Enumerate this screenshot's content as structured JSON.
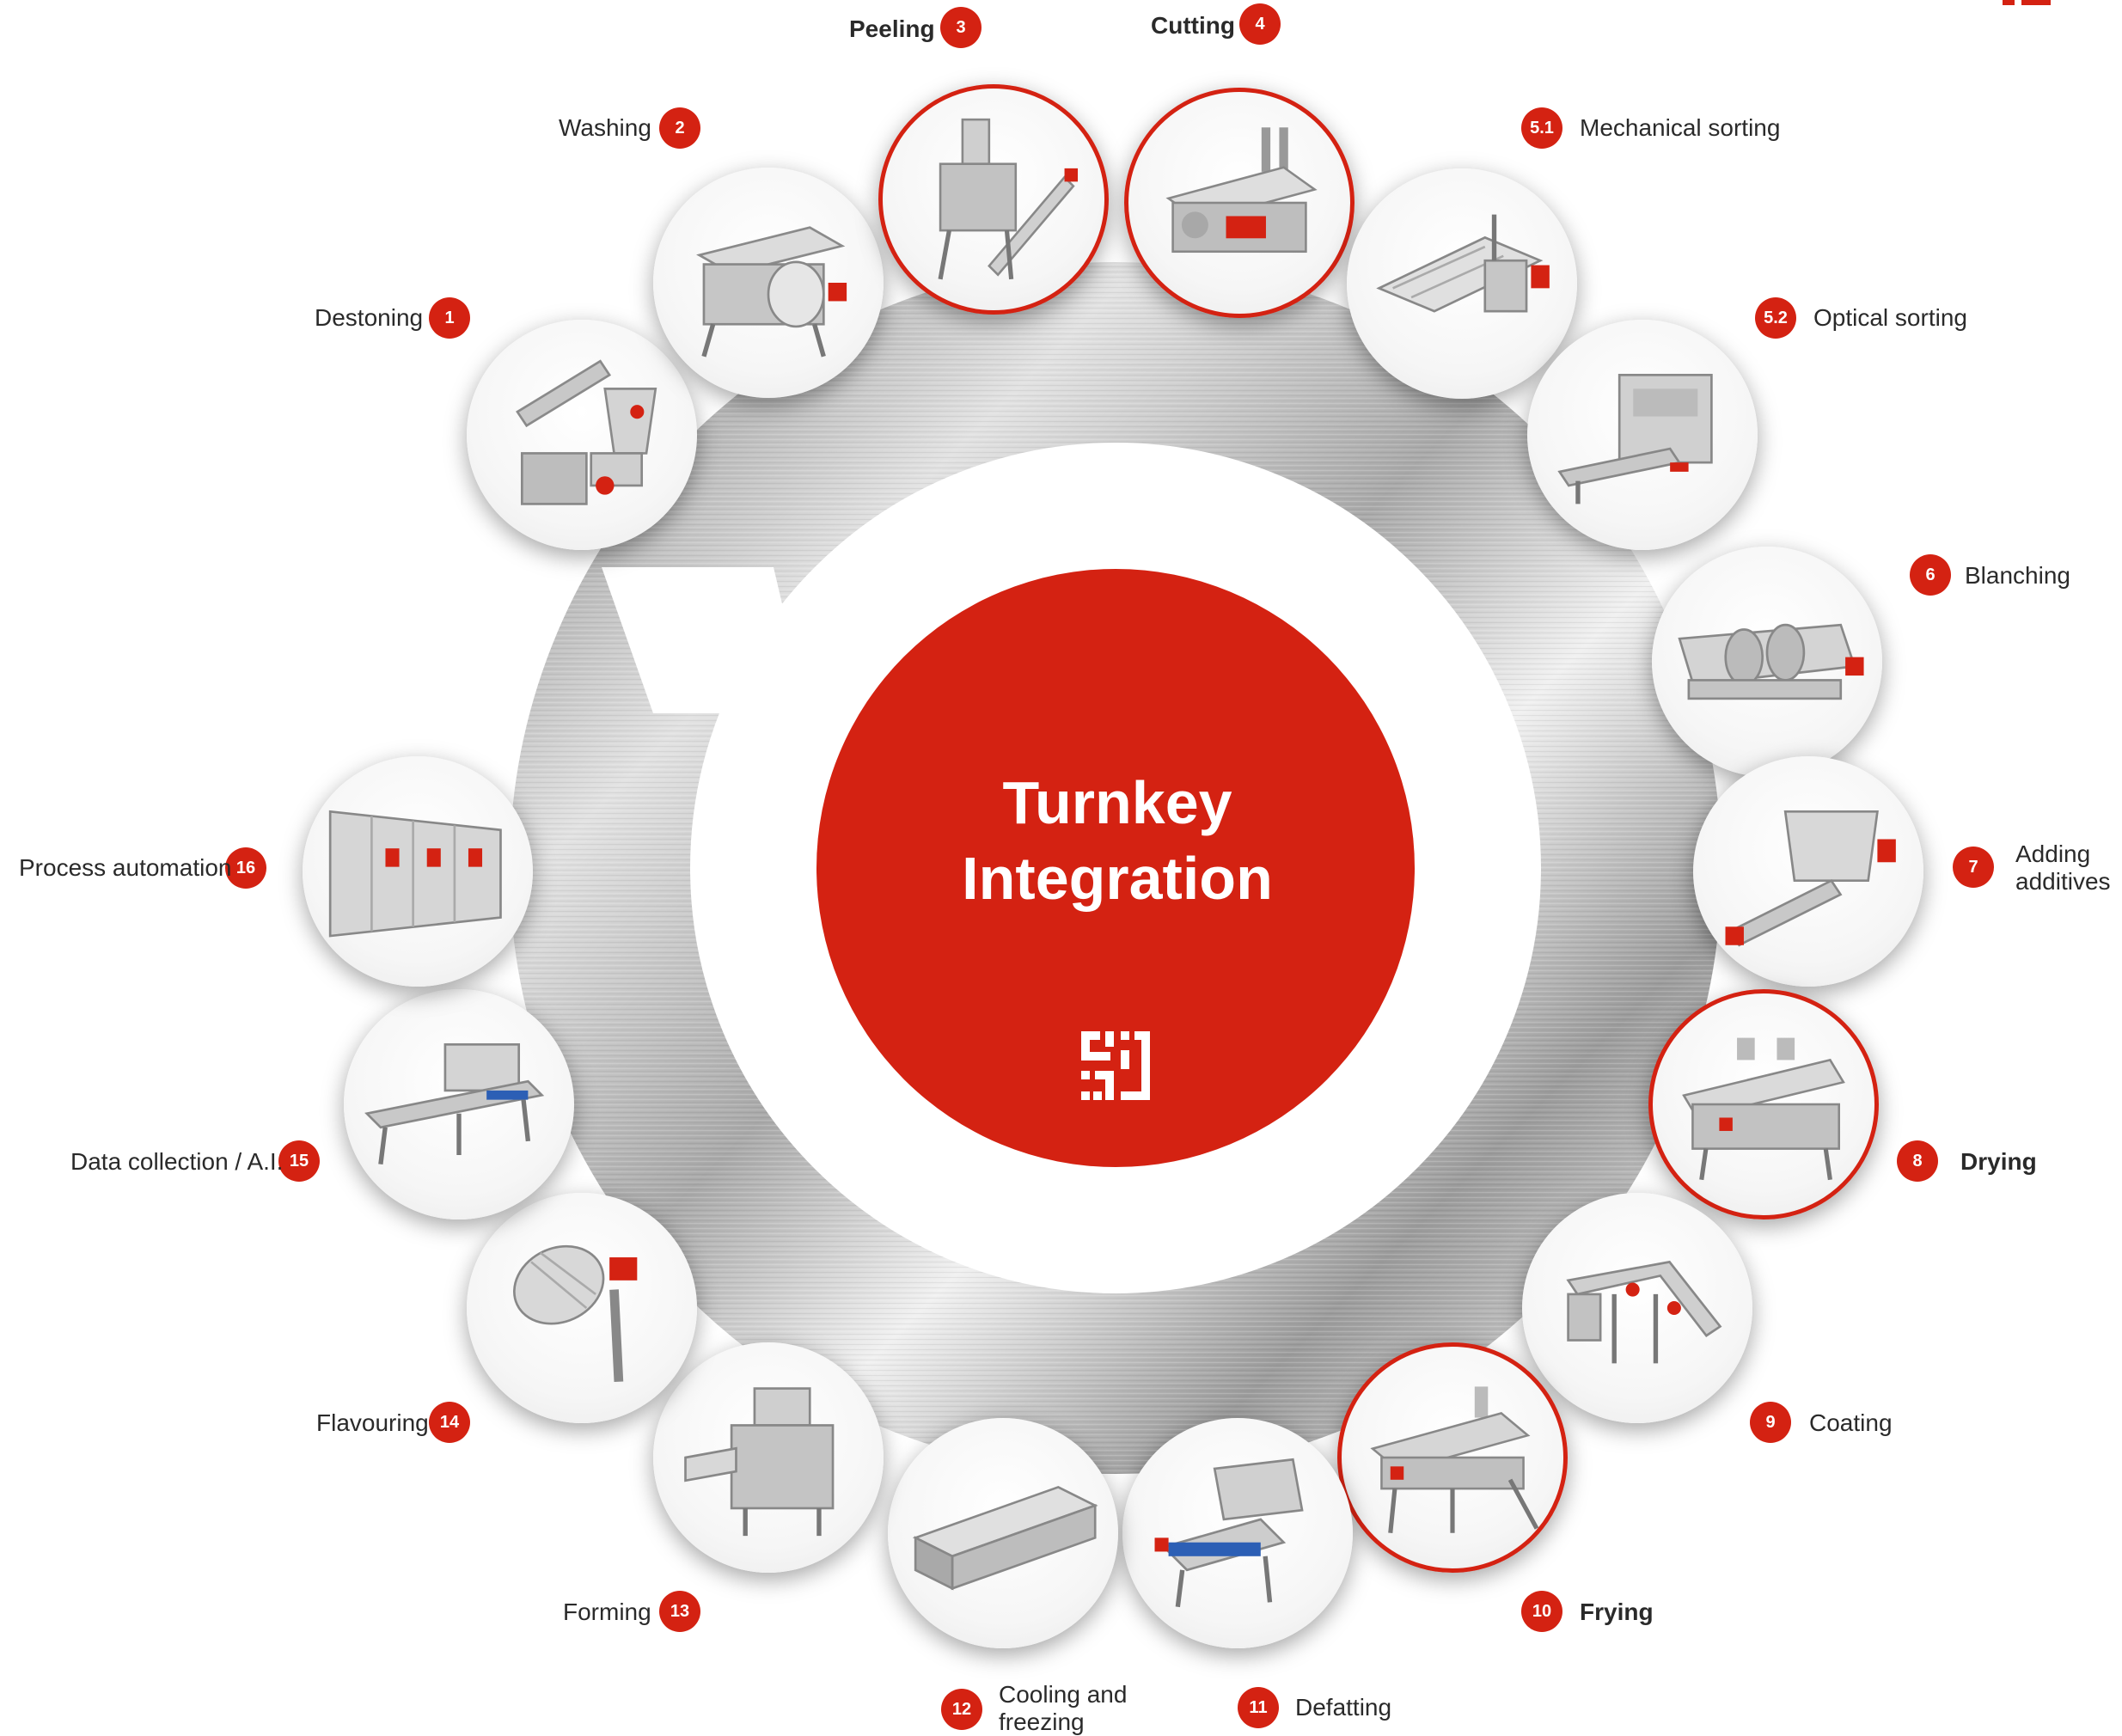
{
  "center": {
    "title_line1": "Turnkey",
    "title_line2": "Integration",
    "logo_icon": "grid-logo-icon"
  },
  "colors": {
    "accent": "#d42212",
    "ring": "#c9c9c9",
    "text": "#2a2a2a"
  },
  "steps": [
    {
      "id": "1",
      "label": "Destoning",
      "bold": false,
      "highlighted": false,
      "icon": "destoner-machine-icon"
    },
    {
      "id": "2",
      "label": "Washing",
      "bold": false,
      "highlighted": false,
      "icon": "washer-machine-icon"
    },
    {
      "id": "3",
      "label": "Peeling",
      "bold": true,
      "highlighted": true,
      "icon": "peeler-machine-icon"
    },
    {
      "id": "4",
      "label": "Cutting",
      "bold": true,
      "highlighted": true,
      "icon": "cutter-machine-icon"
    },
    {
      "id": "5.1",
      "label": "Mechanical sorting",
      "bold": false,
      "highlighted": false,
      "icon": "mechanical-sorter-icon"
    },
    {
      "id": "5.2",
      "label": "Optical sorting",
      "bold": false,
      "highlighted": false,
      "icon": "optical-sorter-icon"
    },
    {
      "id": "6",
      "label": "Blanching",
      "bold": false,
      "highlighted": false,
      "icon": "blancher-machine-icon"
    },
    {
      "id": "7",
      "label": "Adding additives",
      "label_line1": "Adding",
      "label_line2": "additives",
      "bold": false,
      "highlighted": false,
      "icon": "additive-mixer-icon"
    },
    {
      "id": "8",
      "label": "Drying",
      "bold": true,
      "highlighted": true,
      "icon": "dryer-machine-icon"
    },
    {
      "id": "9",
      "label": "Coating",
      "bold": false,
      "highlighted": false,
      "icon": "coater-machine-icon"
    },
    {
      "id": "10",
      "label": "Frying",
      "bold": true,
      "highlighted": true,
      "icon": "fryer-machine-icon"
    },
    {
      "id": "11",
      "label": "Defatting",
      "bold": false,
      "highlighted": false,
      "icon": "defatter-machine-icon"
    },
    {
      "id": "12",
      "label": "Cooling and freezing",
      "label_line1": "Cooling and",
      "label_line2": "freezing",
      "bold": false,
      "highlighted": false,
      "icon": "freezer-tunnel-icon"
    },
    {
      "id": "13",
      "label": "Forming",
      "bold": false,
      "highlighted": false,
      "icon": "former-machine-icon"
    },
    {
      "id": "14",
      "label": "Flavouring",
      "bold": false,
      "highlighted": false,
      "icon": "flavouring-drum-icon"
    },
    {
      "id": "15",
      "label": "Data collection / A.I.",
      "bold": false,
      "highlighted": false,
      "icon": "inspection-conveyor-icon"
    },
    {
      "id": "16",
      "label": "Process automation",
      "bold": false,
      "highlighted": false,
      "icon": "control-cabinet-icon"
    }
  ]
}
